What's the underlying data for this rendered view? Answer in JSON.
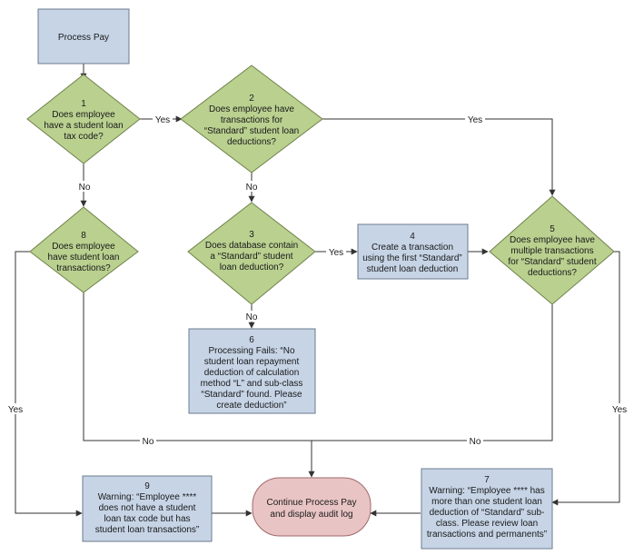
{
  "nodes": {
    "process_pay": {
      "lines": [
        "Process Pay"
      ]
    },
    "n1": {
      "lines": [
        "1",
        "Does employee",
        "have a student loan",
        "tax code?"
      ]
    },
    "n2": {
      "lines": [
        "2",
        "Does employee have",
        "transactions for",
        "“Standard” student loan",
        "deductions?"
      ]
    },
    "n3": {
      "lines": [
        "3",
        "Does database contain",
        "a “Standard” student",
        "loan deduction?"
      ]
    },
    "n4": {
      "lines": [
        "4",
        "Create a transaction",
        "using the first “Standard”",
        "student loan deduction"
      ]
    },
    "n5": {
      "lines": [
        "5",
        "Does employee have",
        "multiple transactions",
        "for “Standard” student",
        "deductions?"
      ]
    },
    "n6": {
      "lines": [
        "6",
        "Processing Fails: “No",
        "student loan repayment",
        "deduction of calculation",
        "method “L” and sub-class",
        "“Standard” found. Please",
        "create deduction”"
      ]
    },
    "n7": {
      "lines": [
        "7",
        "Warning: “Employee **** has",
        "more than one student loan",
        "deduction of “Standard” sub-",
        "class.  Please review loan",
        "transactions and permanents”"
      ]
    },
    "n8": {
      "lines": [
        "8",
        "Does employee",
        "have student loan",
        "transactions?"
      ]
    },
    "n9": {
      "lines": [
        "9",
        "Warning: “Employee ****",
        "does not have a student",
        "loan tax code but has",
        "student loan transactions”"
      ]
    },
    "end": {
      "lines": [
        "Continue Process Pay",
        "and display audit log"
      ]
    }
  },
  "edge_labels": {
    "n1_n2": "Yes",
    "n1_n8": "No",
    "n2_n5": "Yes",
    "n2_n3": "No",
    "n3_n4": "Yes",
    "n3_n6": "No",
    "n8_n9": "Yes",
    "n8_end": "No",
    "n5_end": "No",
    "n5_n7": "Yes"
  },
  "colors": {
    "process_fill": "#c6d4e6",
    "process_stroke": "#6b7b8e",
    "decision_fill": "#b9d08f",
    "decision_stroke": "#6f8149",
    "terminal_fill": "#e9c4c4",
    "terminal_stroke": "#a06a6a",
    "line": "#333333"
  }
}
